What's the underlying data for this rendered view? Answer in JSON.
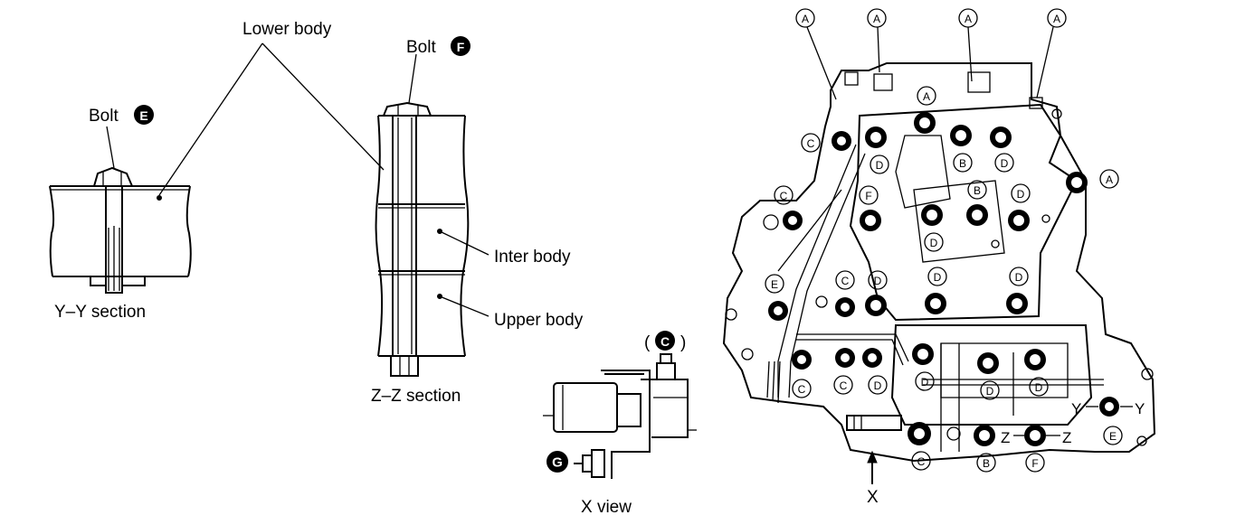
{
  "labels": {
    "lower_body": "Lower body",
    "bolt_f": "Bolt",
    "bolt_e": "Bolt",
    "y_section": "Y–Y section",
    "z_section": "Z–Z section",
    "inter_body": "Inter body",
    "upper_body": "Upper body",
    "x_view": "X view",
    "x_arrow": "X",
    "paren_open": "(",
    "paren_close": ")"
  },
  "letters": {
    "a": "A",
    "b": "B",
    "c": "C",
    "d": "D",
    "e": "E",
    "f": "F",
    "g": "G",
    "y": "Y",
    "z": "Z"
  }
}
